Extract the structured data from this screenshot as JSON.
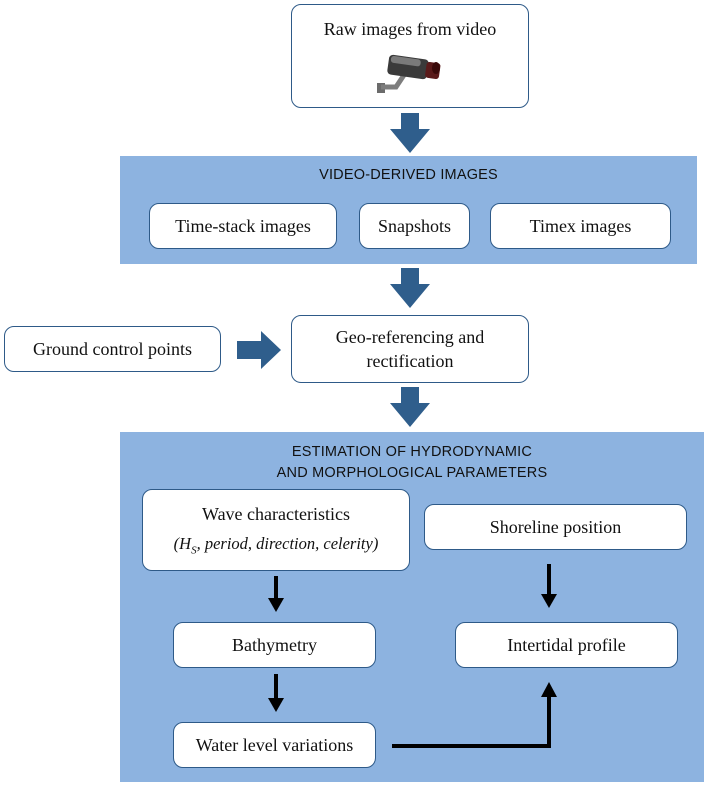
{
  "colors": {
    "panel": "#8db3e0",
    "border": "#2e5a88",
    "big_arrow": "#2f5e8c",
    "small_arrow": "#000000"
  },
  "raw": {
    "label": "Raw images from video",
    "icon": "camera-icon"
  },
  "video_derived": {
    "title": "VIDEO-DERIVED IMAGES",
    "items": [
      "Time-stack images",
      "Snapshots",
      "Timex images"
    ]
  },
  "gcp": {
    "label": "Ground control points"
  },
  "georef": {
    "line1": "Geo-referencing and",
    "line2": "rectification"
  },
  "estimation": {
    "title_line1": "ESTIMATION OF HYDRODYNAMIC",
    "title_line2": "AND MORPHOLOGICAL PARAMETERS",
    "wave": {
      "label": "Wave characteristics",
      "hs_open": "(H",
      "hs_sub": "S",
      "details": ", period, direction, celerity)"
    },
    "bathymetry": "Bathymetry",
    "water_level": "Water level variations",
    "shoreline": "Shoreline position",
    "intertidal": "Intertidal profile"
  }
}
